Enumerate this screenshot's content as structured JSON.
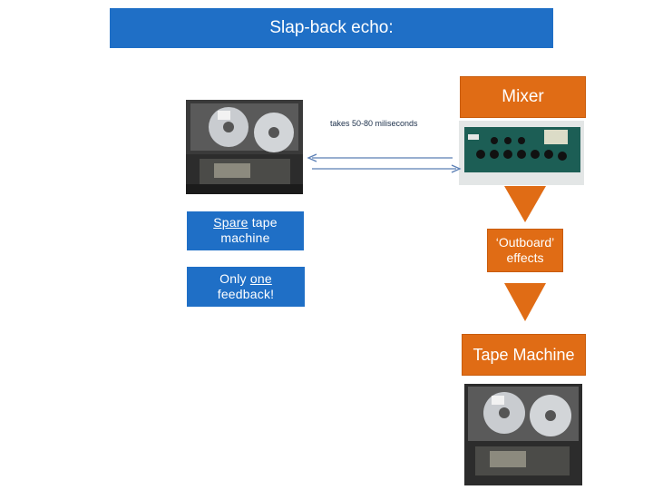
{
  "title": "Slap-back echo:",
  "mixer": {
    "label": "Mixer"
  },
  "outboard": {
    "line1": "‘Outboard’",
    "line2": "effects"
  },
  "tape_machine": {
    "label": "Tape Machine"
  },
  "spare": {
    "underlined": "Spare",
    "rest": " tape",
    "line2": "machine"
  },
  "one_feedback": {
    "prefix": "Only ",
    "underlined": "one",
    "line2": "feedback!"
  },
  "delay_note": "takes 50-80 miliseconds",
  "colors": {
    "blue": "#1f6fc6",
    "orange": "#e06c15",
    "arrow_blue": "#5b7fb5"
  }
}
